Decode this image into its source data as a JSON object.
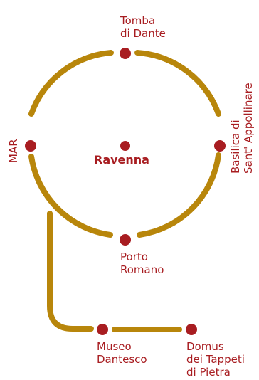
{
  "map": {
    "route_color": "#b8860b",
    "stop_color": "#a81d21",
    "center_label": "Ravenna",
    "stops": [
      {
        "id": "tomba",
        "line1": "Tomba",
        "line2": "di Dante"
      },
      {
        "id": "basilica",
        "line1": "Basilica di",
        "line2": "Sant' Appollinare"
      },
      {
        "id": "mar",
        "line1": "MAR"
      },
      {
        "id": "porto",
        "line1": "Porto",
        "line2": "Romano"
      },
      {
        "id": "museo",
        "line1": "Museo",
        "line2": "Dantesco"
      },
      {
        "id": "domus",
        "line1": "Domus",
        "line2": "dei Tappeti",
        "line3": "di Pietra"
      }
    ]
  }
}
